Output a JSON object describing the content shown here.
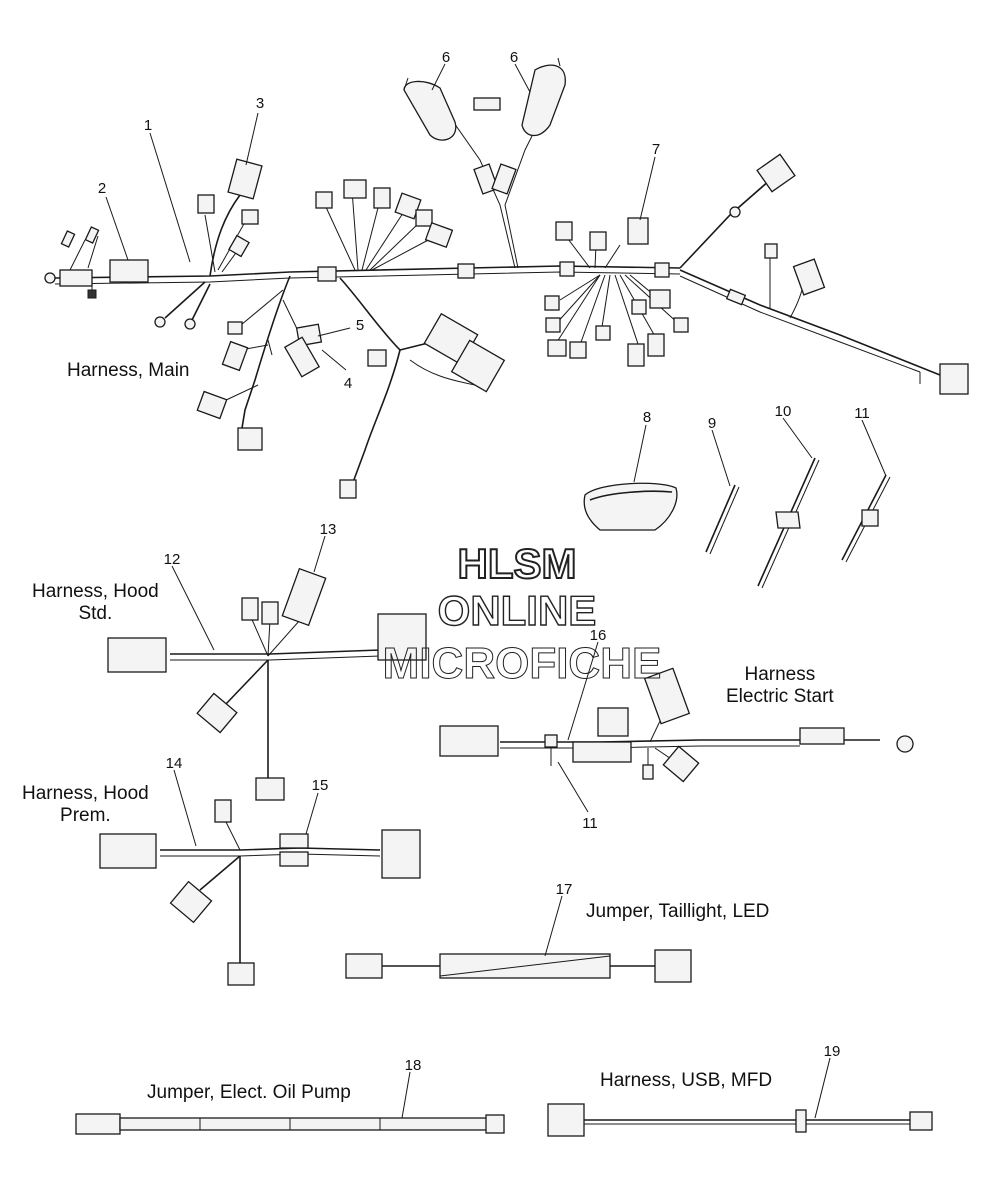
{
  "callouts": {
    "c1": "1",
    "c2": "2",
    "c3": "3",
    "c4": "4",
    "c5": "5",
    "c6a": "6",
    "c6b": "6",
    "c7": "7",
    "c8": "8",
    "c9": "9",
    "c10": "10",
    "c11a": "11",
    "c11b": "11",
    "c12": "12",
    "c13": "13",
    "c14": "14",
    "c15": "15",
    "c16": "16",
    "c17": "17",
    "c18": "18",
    "c19": "19"
  },
  "labels": {
    "harness_main": "Harness, Main",
    "hood_std_line1": "Harness, Hood",
    "hood_std_line2": "Std.",
    "hood_prem_line1": "Harness, Hood",
    "hood_prem_line2": "Prem.",
    "electric_start_line1": "Harness",
    "electric_start_line2": "Electric Start",
    "taillight": "Jumper, Taillight, LED",
    "oil_pump": "Jumper, Elect. Oil Pump",
    "usb_mfd": "Harness, USB, MFD"
  },
  "watermark": {
    "line1": "HLSM",
    "line2": "ONLINE",
    "line3": "MICROFICHE"
  }
}
